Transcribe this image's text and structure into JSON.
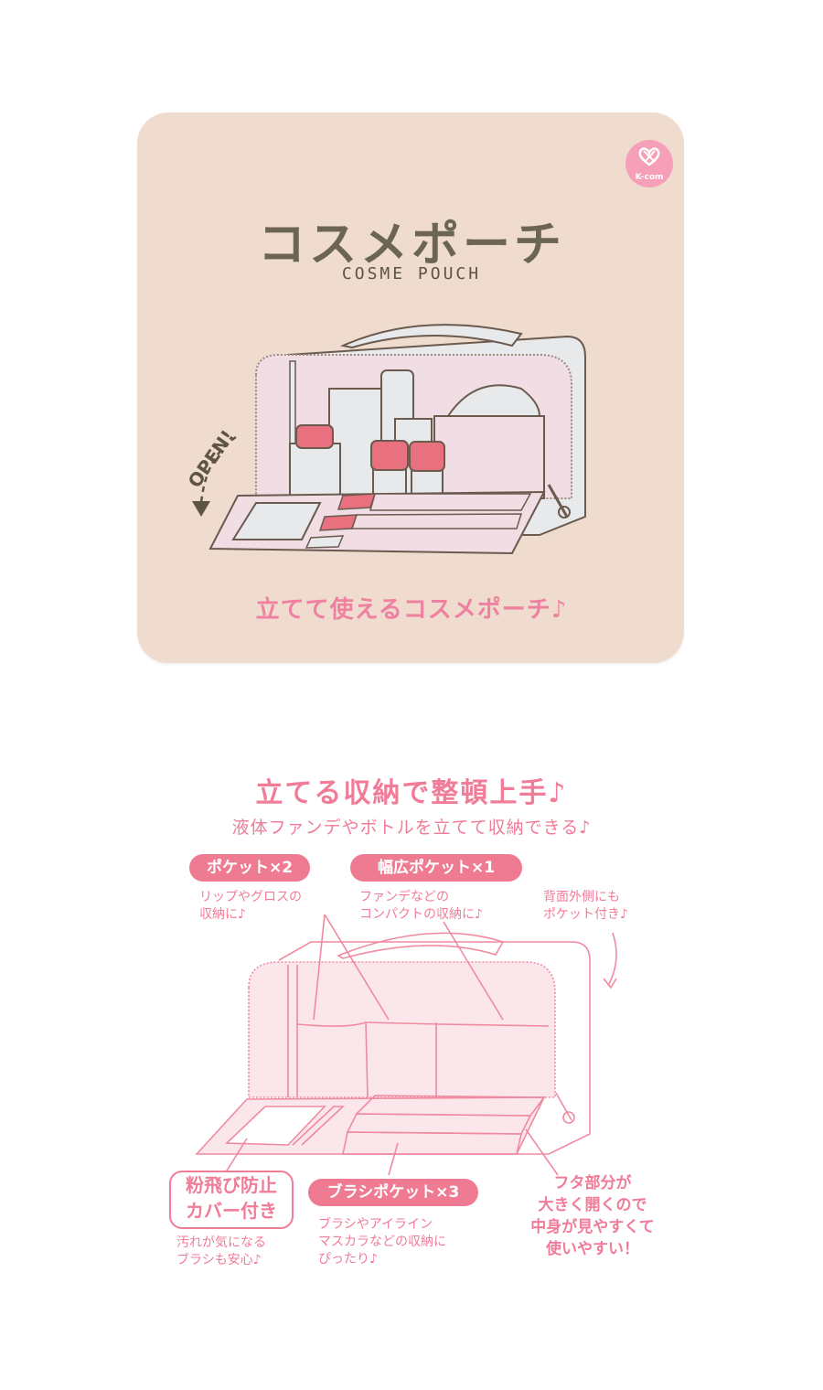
{
  "card": {
    "brand_logo": {
      "icon": "heart-icon",
      "label": "K-com"
    },
    "title_jp": "コスメポーチ",
    "title_en": "COSME POUCH",
    "illustration": {
      "open_label": "OPEN!",
      "icon": "curved-arrow-icon"
    },
    "tagline": "立てて使えるコスメポーチ♪"
  },
  "features": {
    "headline": "立てる収納で整頓上手♪",
    "subline": "液体ファンデやボトルを立てて収納できる♪",
    "pocket_x2": {
      "label": "ポケット×2",
      "note": "リップやグロスの\n収納に♪"
    },
    "wide_pocket_x1": {
      "label": "幅広ポケット×1",
      "note": "ファンデなどの\nコンパクトの収納に♪"
    },
    "back_pocket": {
      "note": "背面外側にも\nポケット付き♪"
    },
    "powder_cover": {
      "label": "粉飛び防止\nカバー付き",
      "note": "汚れが気になる\nブラシも安心♪"
    },
    "brush_pocket_x3": {
      "label": "ブラシポケット×3",
      "note": "ブラシやアイライン\nマスカラなどの収納に\nぴったり♪"
    },
    "lid_callout": "フタ部分が\n大きく開くので\n中身が見やすくて\n使いやすい！"
  },
  "colors": {
    "card_bg": "#efdccf",
    "title_text": "#6b6552",
    "accent_pink": "#f07c98",
    "pill_pink": "#ef7b93",
    "logo_pink": "#f59fb8",
    "pouch_pink": "#f5dbe3",
    "cap_pink": "#e8707f"
  }
}
